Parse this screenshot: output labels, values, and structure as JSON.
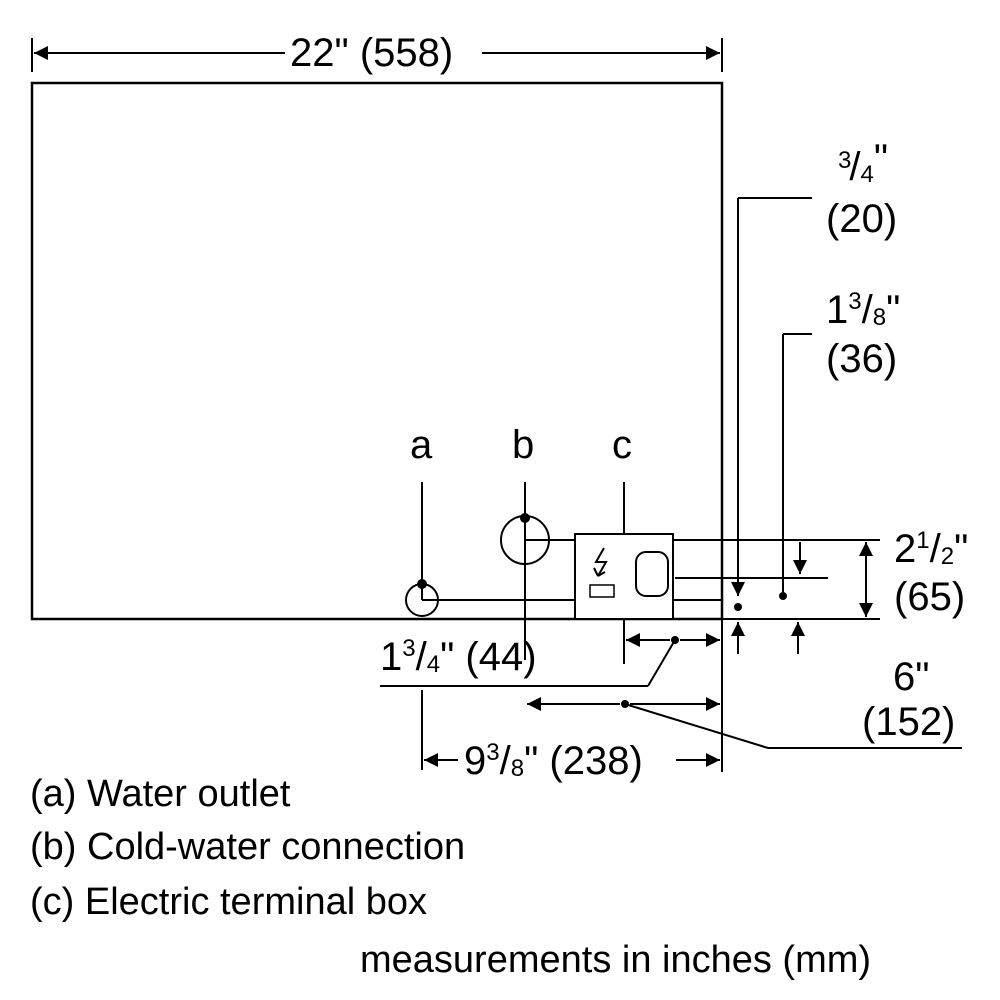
{
  "dimensions": {
    "width_in": "22\"",
    "width_mm": "(558)",
    "d1": {
      "sup": "3",
      "den": "4",
      "unit": "\"",
      "mm": "(20)"
    },
    "d2": {
      "whole": "1",
      "sup": "3",
      "den": "8",
      "unit": "\"",
      "mm": "(36)"
    },
    "d3": {
      "whole": "2",
      "sup": "1",
      "den": "2",
      "unit": "\"",
      "mm": "(65)"
    },
    "d4": {
      "whole": "1",
      "sup": "3",
      "den": "4",
      "unit": "\"",
      "mm": "(44)"
    },
    "d5": {
      "in": "6\"",
      "mm": "(152)"
    },
    "d6": {
      "whole": "9",
      "sup": "3",
      "den": "8",
      "unit": "\"",
      "mm": "(238)"
    }
  },
  "connections": {
    "a": "a",
    "b": "b",
    "c": "c"
  },
  "legend": {
    "a": "(a) Water outlet",
    "b": "(b) Cold-water connection",
    "c": "(c) Electric terminal box"
  },
  "units_note": "measurements in inches (mm)"
}
